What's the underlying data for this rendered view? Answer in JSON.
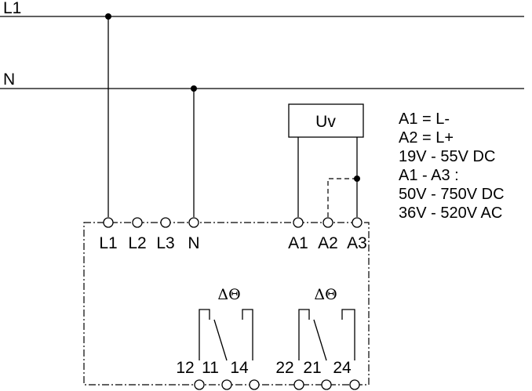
{
  "lines": {
    "L1": "L1",
    "N": "N"
  },
  "supply_terminals": [
    "L1",
    "L2",
    "L3",
    "N"
  ],
  "control_terminals": [
    "A1",
    "A2",
    "A3"
  ],
  "uv_box": "Uv",
  "notes": [
    "A1 = L-",
    "A2 = L+",
    "19V - 55V DC",
    "A1 - A3 :",
    "50V - 750V DC",
    "36V - 520V AC"
  ],
  "relays": [
    {
      "symbol": "ΔΘ",
      "terminals": [
        "12",
        "11",
        "14"
      ]
    },
    {
      "symbol": "ΔΘ",
      "terminals": [
        "22",
        "21",
        "24"
      ]
    }
  ]
}
